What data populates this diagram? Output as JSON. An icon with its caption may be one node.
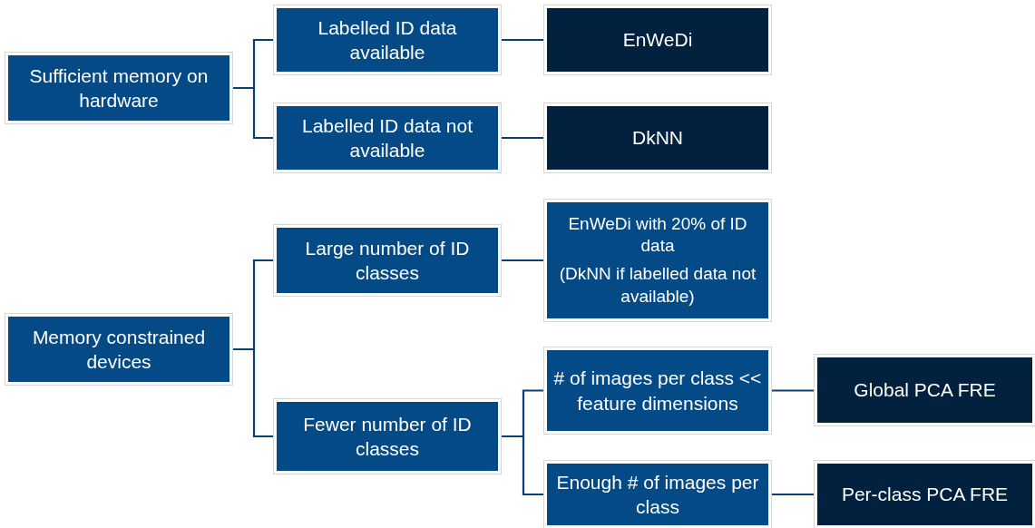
{
  "diagram": {
    "nodes": [
      {
        "text": [
          "Sufficient memory on hardware"
        ]
      },
      {
        "text": [
          "Labelled ID data available"
        ]
      },
      {
        "text": [
          "Labelled ID data not available"
        ]
      },
      {
        "text": [
          "EnWeDi"
        ]
      },
      {
        "text": [
          "DkNN"
        ]
      },
      {
        "text": [
          "Memory constrained devices"
        ]
      },
      {
        "text": [
          "Large number of ID classes"
        ]
      },
      {
        "text": [
          "EnWeDi with 20% of ID data",
          "(DkNN if labelled data not available)"
        ]
      },
      {
        "text": [
          "Fewer number of ID classes"
        ]
      },
      {
        "text": [
          "# of images per class << feature dimensions"
        ]
      },
      {
        "text": [
          "Enough # of images per class"
        ]
      },
      {
        "text": [
          "Global PCA FRE"
        ]
      },
      {
        "text": [
          "Per-class PCA FRE"
        ]
      }
    ],
    "edges": [
      {
        "from": 0,
        "to": 1,
        "arrow": "none"
      },
      {
        "from": 0,
        "to": 2,
        "arrow": "none"
      },
      {
        "from": 1,
        "to": 3,
        "arrow": "none"
      },
      {
        "from": 2,
        "to": 4,
        "arrow": "none"
      },
      {
        "from": 5,
        "to": 6,
        "arrow": "none"
      },
      {
        "from": 5,
        "to": 8,
        "arrow": "none"
      },
      {
        "from": 6,
        "to": 7,
        "arrow": "none"
      },
      {
        "from": 8,
        "to": 9,
        "arrow": "none"
      },
      {
        "from": 8,
        "to": 10,
        "arrow": "none"
      },
      {
        "from": 9,
        "to": 11,
        "arrow": "none"
      },
      {
        "from": 10,
        "to": 12,
        "arrow": "none"
      }
    ]
  }
}
